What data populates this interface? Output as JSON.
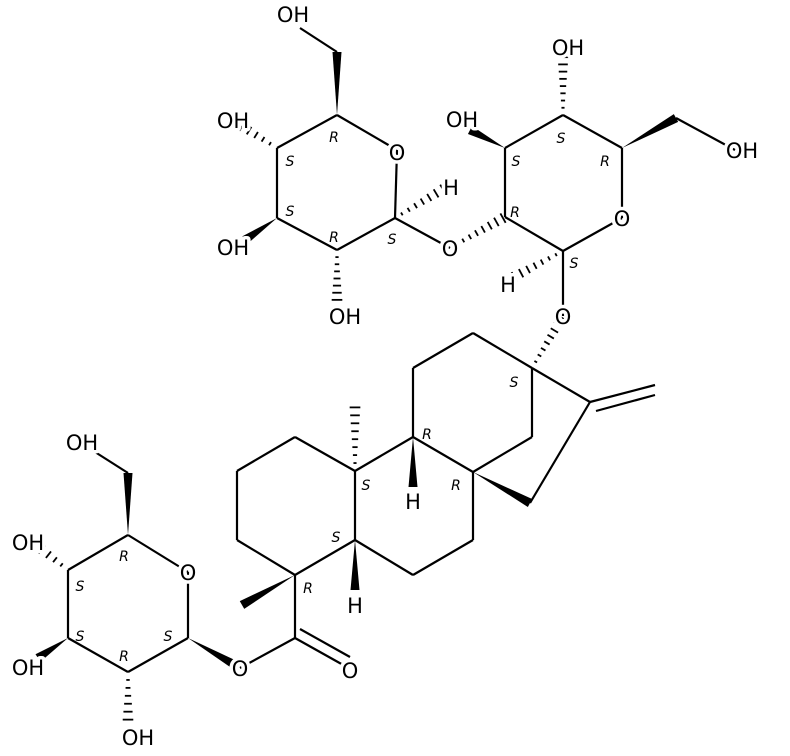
{
  "title": "Rebaudioside-type steviol glycoside structure",
  "colors": {
    "bond": "#000000",
    "background": "#ffffff"
  },
  "atoms": {
    "hydroxyl": [
      "OH",
      "OH",
      "OH",
      "OH",
      "OH",
      "OH",
      "OH",
      "OH",
      "OH",
      "OH",
      "OH"
    ],
    "oxygen": [
      "O",
      "O",
      "O",
      "O",
      "O",
      "O",
      "O"
    ],
    "hydrogen": [
      "H",
      "H",
      "H",
      "H"
    ]
  },
  "stereo": [
    "R",
    "S",
    "S",
    "R",
    "S",
    "S",
    "S",
    "R",
    "R",
    "S",
    "S",
    "R",
    "S",
    "R",
    "S",
    "R",
    "R",
    "S",
    "S",
    "R",
    "S"
  ]
}
